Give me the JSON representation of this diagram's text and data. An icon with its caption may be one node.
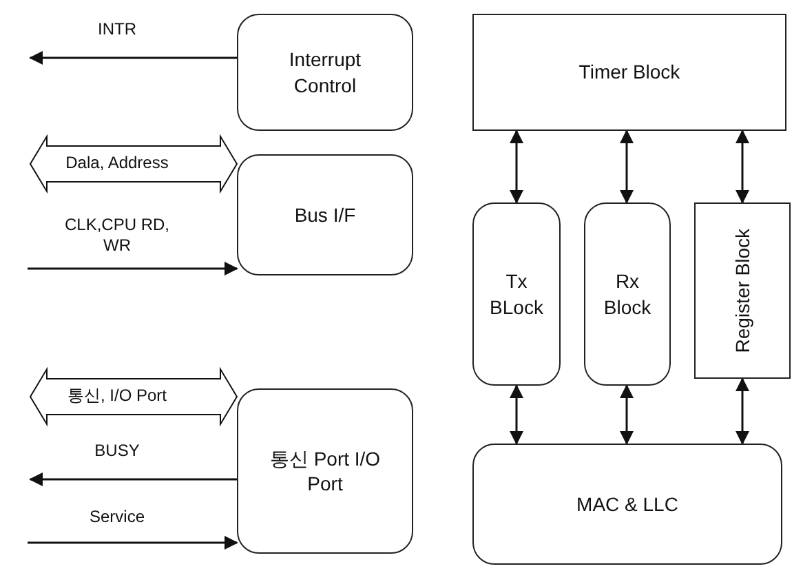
{
  "diagram": {
    "nodes": [
      {
        "text": [
          "Interrupt Control"
        ]
      },
      {
        "text": [
          "Bus I/F"
        ]
      },
      {
        "text": [
          "통신 Port I/O Port"
        ]
      },
      {
        "text": [
          "Timer Block"
        ]
      },
      {
        "text": [
          "Tx BLock"
        ]
      },
      {
        "text": [
          "Rx Block"
        ]
      },
      {
        "text": [
          "Register Block"
        ]
      },
      {
        "text": [
          "MAC & LLC"
        ]
      }
    ],
    "edges": [
      {
        "from": 0,
        "to": null,
        "arrow": "to",
        "label": "INTR"
      },
      {
        "from": 1,
        "to": null,
        "arrow": "both",
        "label": "Dala, Address"
      },
      {
        "from": null,
        "to": 1,
        "arrow": "to",
        "label": "CLK,CPU RD, WR"
      },
      {
        "from": 2,
        "to": null,
        "arrow": "both",
        "label": "통신, I/O Port"
      },
      {
        "from": 2,
        "to": null,
        "arrow": "to",
        "label": "BUSY"
      },
      {
        "from": null,
        "to": 2,
        "arrow": "to",
        "label": "Service"
      },
      {
        "from": 3,
        "to": 4,
        "arrow": "both"
      },
      {
        "from": 3,
        "to": 5,
        "arrow": "both"
      },
      {
        "from": 3,
        "to": 6,
        "arrow": "both"
      },
      {
        "from": 4,
        "to": 7,
        "arrow": "both"
      },
      {
        "from": 5,
        "to": 7,
        "arrow": "both"
      },
      {
        "from": 6,
        "to": 7,
        "arrow": "both"
      }
    ]
  }
}
